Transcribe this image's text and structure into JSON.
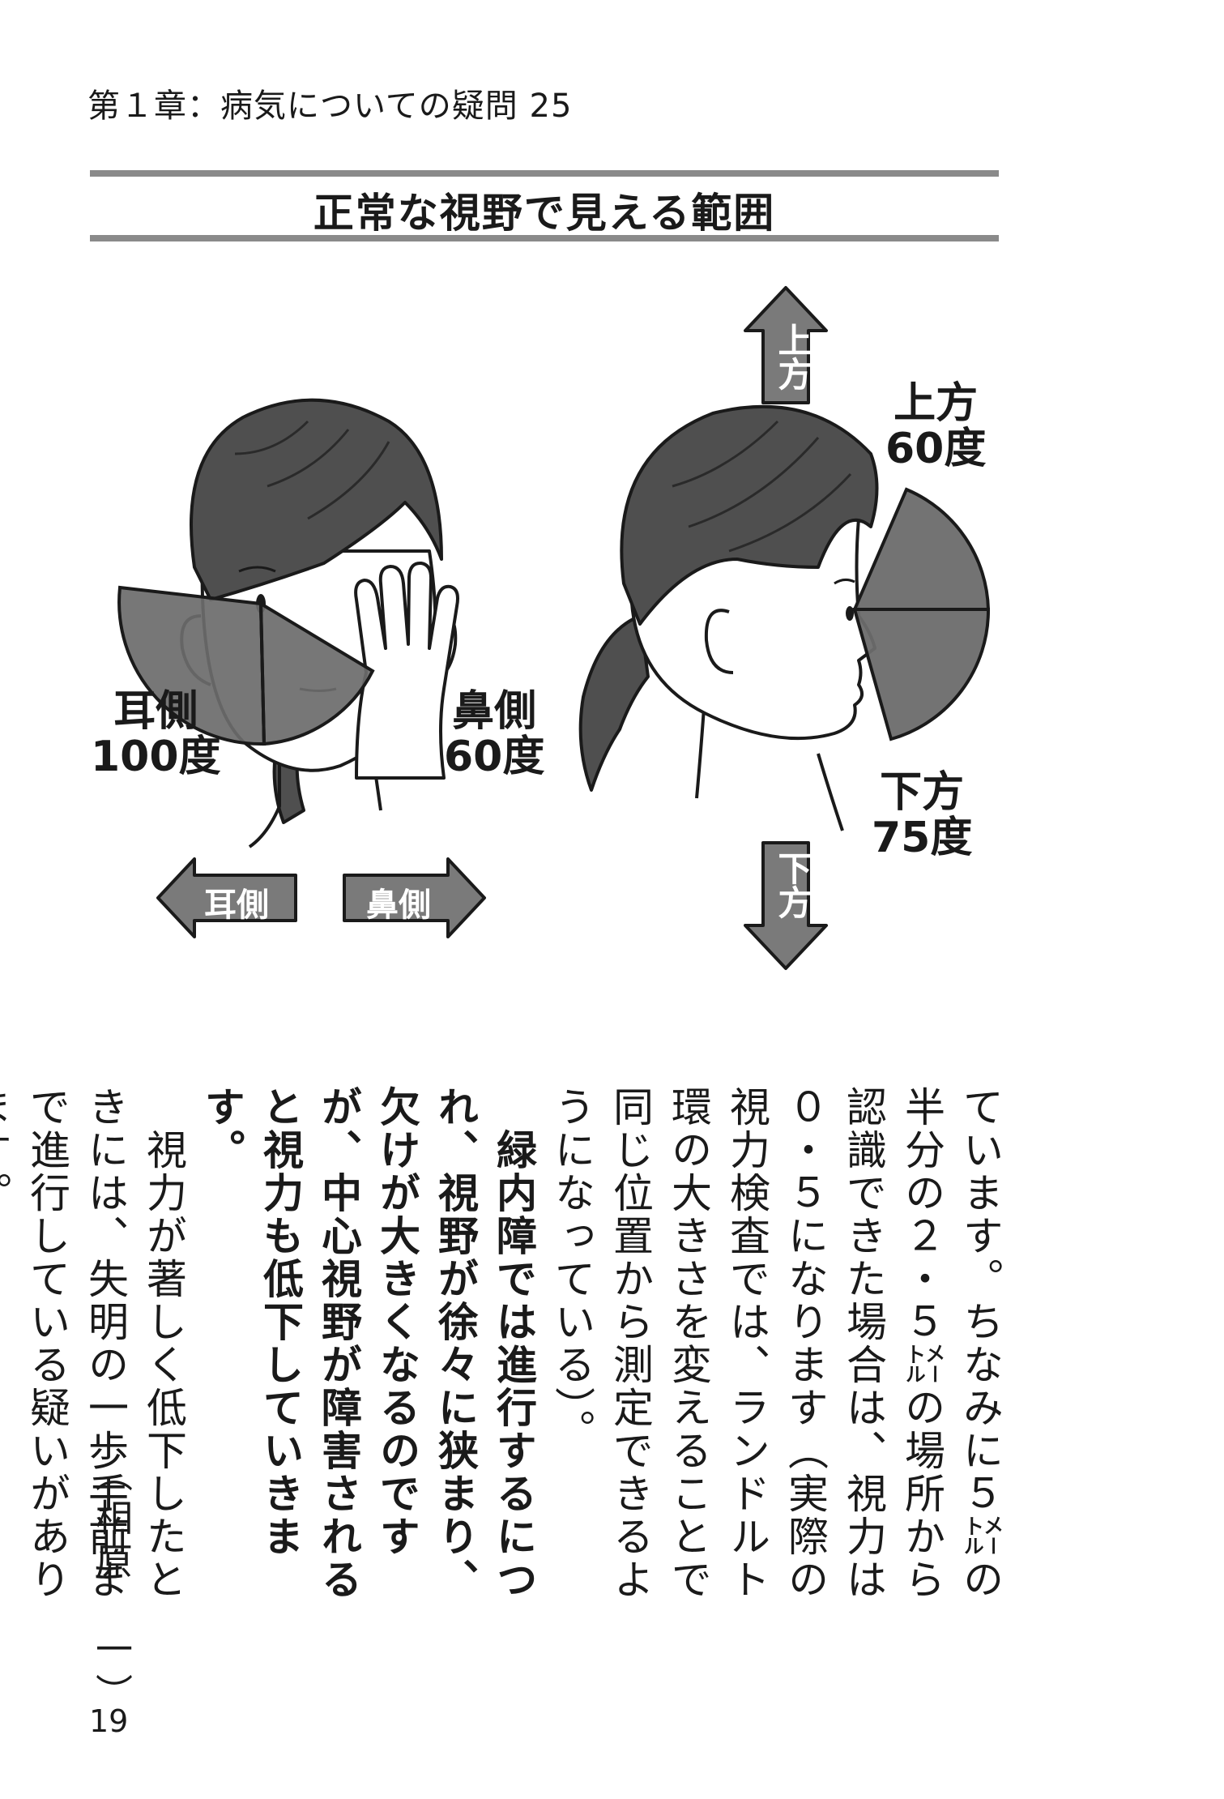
{
  "header": {
    "running_head": "第１章：病気についての疑問 25"
  },
  "figure": {
    "title": "正常な視野で見える範囲",
    "left": {
      "ear_label": [
        "耳側",
        "100度"
      ],
      "nose_label": [
        "鼻側",
        "60度"
      ],
      "arrow_ear": "耳側",
      "arrow_nose": "鼻側"
    },
    "right": {
      "upper_label": [
        "上方",
        "60度"
      ],
      "lower_label": [
        "下方",
        "75度"
      ],
      "arrow_up": "上方",
      "arrow_down": "下方"
    },
    "colors": {
      "hair": "#4f4f4f",
      "field": "#6b6b6b",
      "arrow": "#7a7a7a",
      "rule": "#8a8a8a"
    }
  },
  "body": {
    "para1": "ています。ちなみに５㍍の半分の２・５㍍の場所から認識できた場合は、視力は０・５になります（実際の視力検査では、ランドルト環の大きさを変えることで同じ位置から測定できるようになっている）。",
    "para2": "　緑内障では進行するにつれ、視野が徐々に狭まり、欠けが大きくなるのですが、中心視野が障害されると視力も低下していきます。",
    "para3": "　視力が著しく低下したときには、失明の一歩手前まで進行している疑いがあります。",
    "signature": "（相原　一）"
  },
  "footer": {
    "page_number": "19"
  }
}
